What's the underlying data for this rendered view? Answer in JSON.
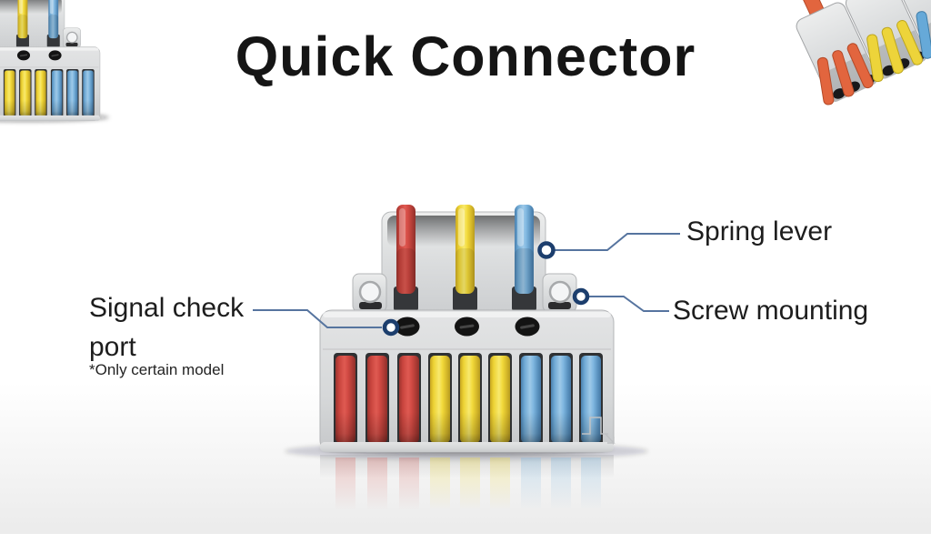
{
  "title": "Quick Connector",
  "callouts": {
    "spring_lever": {
      "label": "Spring lever"
    },
    "screw_mounting": {
      "label": "Screw mounting"
    },
    "signal_check_port": {
      "line1": "Signal check",
      "line2": "port",
      "note": "*Only certain model"
    }
  },
  "product": {
    "name": "wire quick connector",
    "top_levers": [
      "red",
      "yellow",
      "blue"
    ],
    "bottom_levers": [
      "red",
      "red",
      "red",
      "yellow",
      "yellow",
      "yellow",
      "blue",
      "blue",
      "blue"
    ],
    "corner_right_modules": [
      "orange",
      "yellow",
      "blue"
    ],
    "signal_ports_count": 3,
    "screw_holes_count": 2
  },
  "colors": {
    "title": "#151515",
    "label": "#1d1d1d",
    "leader": "#56749f",
    "ring": "#1c3e6d",
    "red": "#cc463f",
    "yellow": "#f0d838",
    "blue": "#74b2dd",
    "orange": "#e2653e",
    "body_gray": "#d7d9da",
    "floor_gray": "#ececec"
  }
}
